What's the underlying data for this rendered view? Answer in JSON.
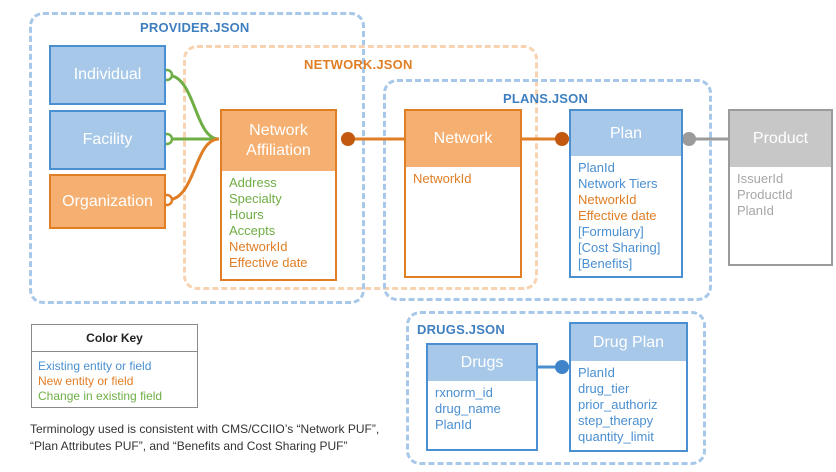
{
  "groups": {
    "provider": "PROVIDER.JSON",
    "network": "NETWORK.JSON",
    "plans": "PLANS.JSON",
    "drugs": "DRUGS.JSON"
  },
  "entities": {
    "individual": {
      "title": "Individual"
    },
    "facility": {
      "title": "Facility"
    },
    "organization": {
      "title": "Organization"
    },
    "network_affiliation": {
      "title": "Network Affiliation",
      "fields": [
        "Address",
        "Specialty",
        "Hours",
        "Accepts",
        "NetworkId",
        "Effective date"
      ]
    },
    "network": {
      "title": "Network",
      "fields": [
        "NetworkId"
      ]
    },
    "plan": {
      "title": "Plan",
      "fields": [
        "PlanId",
        "Network Tiers",
        "NetworkId",
        "Effective date",
        "[Formulary]",
        "[Cost Sharing]",
        "[Benefits]"
      ]
    },
    "product": {
      "title": "Product",
      "fields": [
        "IssuerId",
        "ProductId",
        "PlanId"
      ]
    },
    "drugs": {
      "title": "Drugs",
      "fields": [
        "rxnorm_id",
        "drug_name",
        "PlanId"
      ]
    },
    "drug_plan": {
      "title": "Drug Plan",
      "fields": [
        "PlanId",
        "drug_tier",
        "prior_authoriz",
        "step_therapy",
        "quantity_limit"
      ]
    }
  },
  "color_key": {
    "title": "Color Key",
    "existing": "Existing entity or field",
    "new": "New entity or field",
    "change": "Change in existing field"
  },
  "note": {
    "line1": "Terminology used is consistent with CMS/CCIIO’s “Network PUF”,",
    "line2": "“Plan Attributes PUF”, and “Benefits and Cost Sharing PUF”"
  },
  "colors": {
    "existing": "#4a8fd0",
    "new": "#e07e26",
    "change": "#6fae45",
    "external": "#a6a6a6"
  }
}
